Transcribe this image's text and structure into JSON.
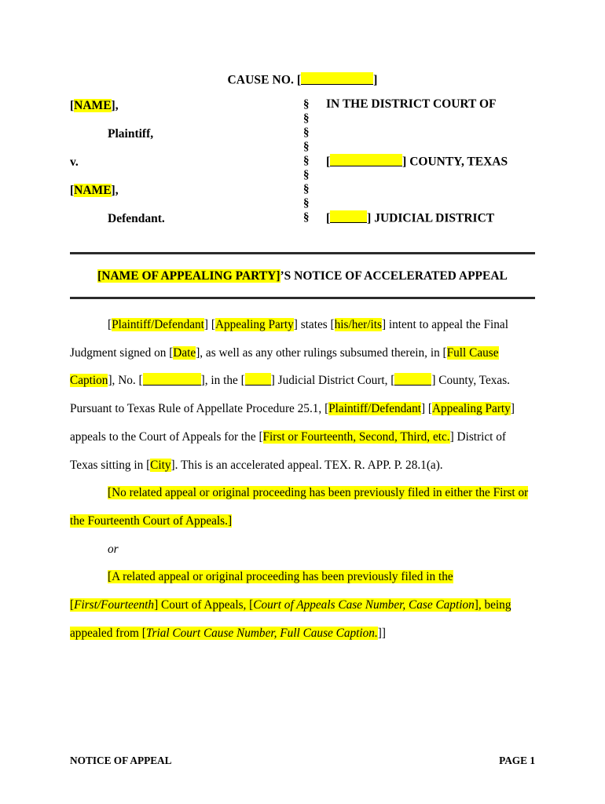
{
  "document": {
    "type": "legal-pleading",
    "title_footer": "NOTICE OF APPEAL",
    "page_label": "PAGE 1",
    "highlight_color": "#ffff00",
    "rule_color": "#2b2b2b"
  },
  "cause": {
    "label": "CAUSE NO. [",
    "blank": "",
    "close": "]"
  },
  "caption": {
    "left_rows": [
      {
        "text_open": "[",
        "highlight": "NAME",
        "text_close": "],"
      },
      {
        "text_open": "",
        "highlight": "",
        "text_close": "Plaintiff,"
      },
      {
        "text_open": "",
        "highlight": "",
        "text_close": "v."
      },
      {
        "text_open": "[",
        "highlight": "NAME",
        "text_close": "],"
      },
      {
        "text_open": "",
        "highlight": "",
        "text_close": "Defendant."
      }
    ],
    "section_symbol": "§",
    "section_count": 9,
    "right_rows": [
      "IN THE DISTRICT COURT OF",
      "",
      "",
      "",
      "",
      "] COUNTY, TEXAS",
      "",
      "",
      "",
      "",
      "] JUDICIAL DISTRICT"
    ],
    "county_line_prefix": "[",
    "county_line_suffix": "] COUNTY, TEXAS",
    "district_line_prefix": "[",
    "district_line_suffix": "] JUDICIAL DISTRICT",
    "court_line": "IN THE DISTRICT COURT OF"
  },
  "title": {
    "bracket_open": "[",
    "highlighted": "NAME OF APPEALING PARTY",
    "bracket_close": "]",
    "rest": "’S NOTICE OF ACCELERATED APPEAL"
  },
  "paragraphs": {
    "p1": {
      "open_bracket": "[",
      "party1": "Plaintiff/Defendant",
      "mid1": "] [",
      "party2": "Appealing Party",
      "mid2": "] states [",
      "pronoun": "his/her/its",
      "mid3": "] intent to appeal the Final Judgment signed on [",
      "date": "Date",
      "mid4": "], as well as any other rulings subsumed therein, in [",
      "caption_ref": "Full Cause Caption",
      "mid5": "], No. [",
      "mid6": "], in the [",
      "mid7": "] Judicial District Court, [",
      "mid8": "] County, Texas. Pursuant to Texas Rule of Appellate Procedure 25.1, [",
      "party3": "Plaintiff/Defendant",
      "mid9": "] [",
      "party4": "Appealing Party",
      "mid10": "] appeals to the Court of Appeals for the [",
      "district": "First or Fourteenth, Second, Third, etc.",
      "mid11": "] District of Texas sitting in [",
      "city": "City",
      "mid12": "]. This is an accelerated appeal.  TEX. R. APP. P. 28.1(a)."
    },
    "p2": {
      "text": "[No related appeal or original proceeding has been previously filed in either the First or the Fourteenth Court of Appeals.]"
    },
    "p_or": {
      "text": "or"
    },
    "p3": {
      "seg1": "[A related appeal or original proceeding has been previously filed in the [",
      "seg2_italic": "First/Fourteenth",
      "seg3": "] Court of Appeals, [",
      "seg4_italic": "Court of Appeals Case Number, Case Caption",
      "seg5": "], being appealed from [",
      "seg6_italic": "Trial Court Cause Number, Full Cause Caption.",
      "seg7": "]]"
    }
  },
  "footer": {
    "left": "NOTICE OF APPEAL",
    "right": "PAGE 1"
  }
}
